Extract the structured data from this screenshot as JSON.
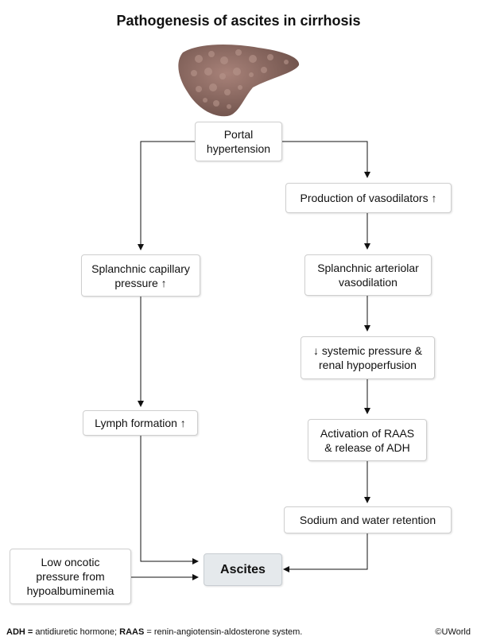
{
  "title": "Pathogenesis of ascites in cirrhosis",
  "nodes": {
    "portal": "Portal\nhypertension",
    "vasodilators": "Production of vasodilators ↑",
    "capillary": "Splanchnic capillary\npressure ↑",
    "arteriolar": "Splanchnic arteriolar\nvasodilation",
    "systemic": "↓ systemic pressure &\nrenal hypoperfusion",
    "lymph": "Lymph formation ↑",
    "raas": "Activation of RAAS\n& release of ADH",
    "sodium": "Sodium and water retention",
    "oncotic": "Low oncotic\npressure from\nhypoalbuminemia",
    "ascites": "Ascites"
  },
  "footer": {
    "abbr1": "ADH =",
    "abbr1_text": " antidiuretic hormone; ",
    "abbr2": "RAAS",
    "abbr2_text": " = renin-angiotensin-aldosterone system.",
    "copyright": "©UWorld"
  },
  "colors": {
    "liver": "#8a6a62",
    "result_fill": "#e5e9ec",
    "line": "#111111"
  },
  "icons": {
    "liver": "liver-illustration"
  }
}
